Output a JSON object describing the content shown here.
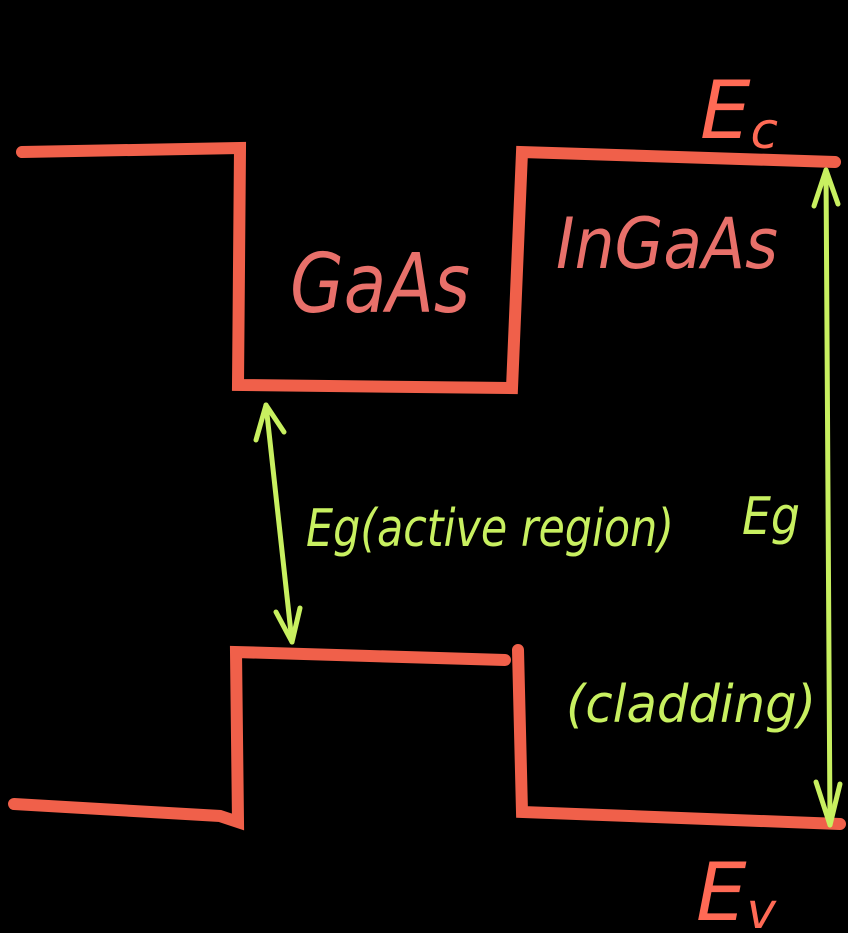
{
  "colors": {
    "background": "#000000",
    "band_edge": "#f0604a",
    "material_label": "#e8706a",
    "energy_label": "#ff6a55",
    "gap_annotation": "#c8f060"
  },
  "labels": {
    "conduction_band": "E",
    "conduction_band_sub": "c",
    "valence_band": "E",
    "valence_band_sub": "v",
    "active_material": "GaAs",
    "cladding_material": "InGaAs",
    "active_gap": "Eg(active region)",
    "cladding_gap": "Eg",
    "cladding_gap_note": "(cladding)"
  }
}
